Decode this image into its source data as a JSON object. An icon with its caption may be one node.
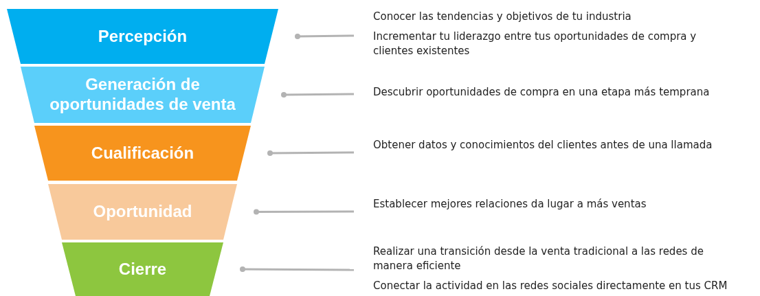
{
  "diagram": {
    "nodes": [
      {
        "text": [
          "Percepción"
        ]
      },
      {
        "text": [
          "Generación de oportunidades de venta"
        ]
      },
      {
        "text": [
          "Cualificación"
        ]
      },
      {
        "text": [
          "Oportunidad"
        ]
      },
      {
        "text": [
          "Cierre"
        ]
      },
      {
        "text": [
          "Conocer las tendencias y objetivos de tu industria",
          "Incrementar tu liderazgo entre tus oportunidades de compra y clientes existentes"
        ]
      },
      {
        "text": [
          "Descubrir oportunidades de compra en una etapa más temprana"
        ]
      },
      {
        "text": [
          "Obtener datos y conocimientos del clientes antes de una llamada"
        ]
      },
      {
        "text": [
          "Establecer mejores relaciones da lugar a más ventas"
        ]
      },
      {
        "text": [
          "Realizar una transición desde la venta tradicional a las redes de manera eficiente",
          "Conectar la actividad en las redes sociales directamente en tus CRM"
        ]
      }
    ],
    "edges": [
      {
        "from": 0,
        "to": 5,
        "arrow": "other"
      },
      {
        "from": 1,
        "to": 6,
        "arrow": "other"
      },
      {
        "from": 2,
        "to": 7,
        "arrow": "other"
      },
      {
        "from": 3,
        "to": 8,
        "arrow": "other"
      },
      {
        "from": 4,
        "to": 9,
        "arrow": "other"
      }
    ]
  }
}
